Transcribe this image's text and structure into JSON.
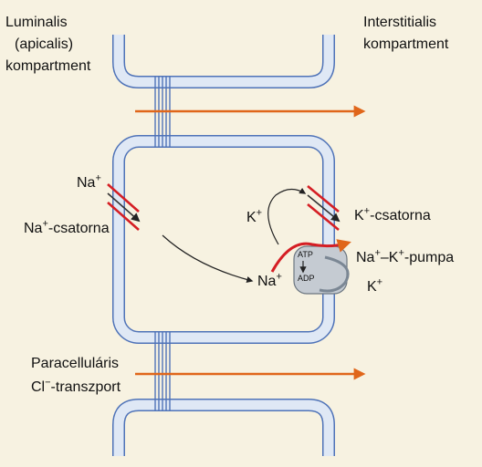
{
  "labels": {
    "luminal_line1": "Luminalis",
    "luminal_line2": "(apicalis)",
    "luminal_line3": "kompartment",
    "interstitial_line1": "Interstitialis",
    "interstitial_line2": "kompartment",
    "na_left": "Na",
    "na_channel": "-csatorna",
    "k_inside": "K",
    "k_channel": "-csatorna",
    "na_inside": "Na",
    "pump_na": "Na",
    "pump_k": "–K",
    "pump_rest": "-pumpa",
    "k_outside": "K",
    "paracellular_line1": "Paracelluláris",
    "paracellular_line2": "-transzport",
    "cl": "Cl",
    "atp": "ATP",
    "adp": "ADP",
    "plus": "+",
    "minus": "−"
  },
  "colors": {
    "background": "#f7f2e1",
    "membrane_fill": "#dfe8f5",
    "membrane_line": "#4f73b8",
    "flow_arrow": "#e0661a",
    "channel_red": "#d51e24",
    "pump_body": "#c5cbd2"
  }
}
